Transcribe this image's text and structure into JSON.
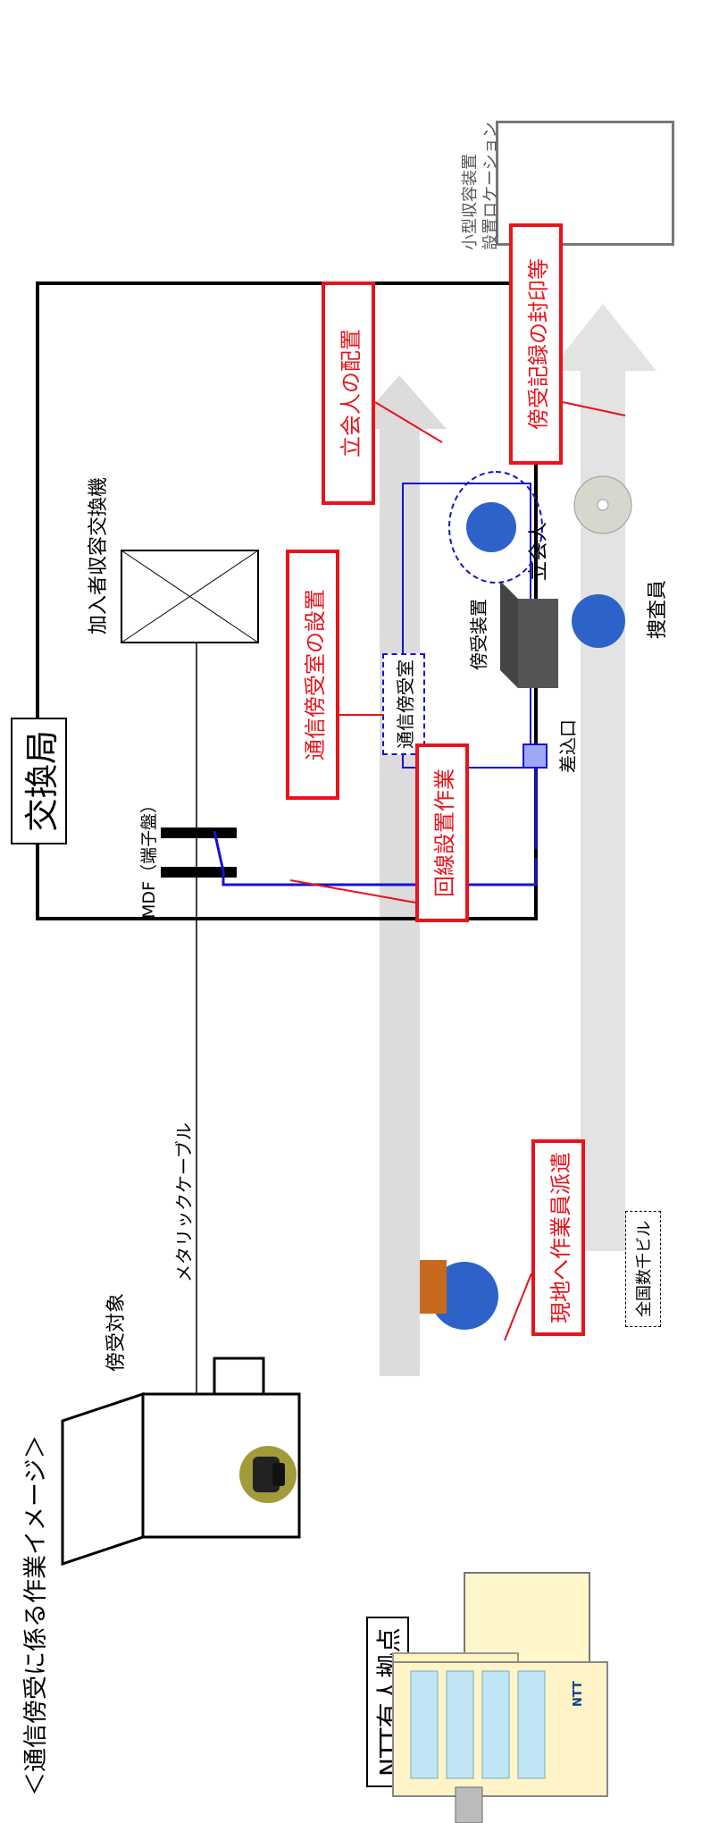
{
  "title": "＜通信傍受に係る作業イメージ＞",
  "labels": {
    "exchange_office": "交換局",
    "subscriber_switch": "加入者収容交換機",
    "mdf": "MDF（端子盤）",
    "metallic_cable": "メタリックケーブル",
    "target": "傍受対象",
    "ntt_base": "NTT有人拠点",
    "ntt_logo": "NTT",
    "comm_room": "通信傍受室",
    "intercept_device": "傍受装置",
    "insertion_port": "差込口",
    "investigator": "捜査員",
    "witness": "立会人",
    "small_device_location": "小型収容装置\n設置ロケーション",
    "nationwide_building": "全国数千ビル"
  },
  "callouts": {
    "dispatch": "現地へ作業員派遣",
    "line_setup": "回線設置作業",
    "room_setup": "通信傍受室の設置",
    "witness_placement": "立会人の配置",
    "seal": "傍受記録の封印等"
  },
  "colors": {
    "callout_red": "#e8131b",
    "line_blue": "#1414d2",
    "arrow_gray": "#dcdcdc"
  }
}
